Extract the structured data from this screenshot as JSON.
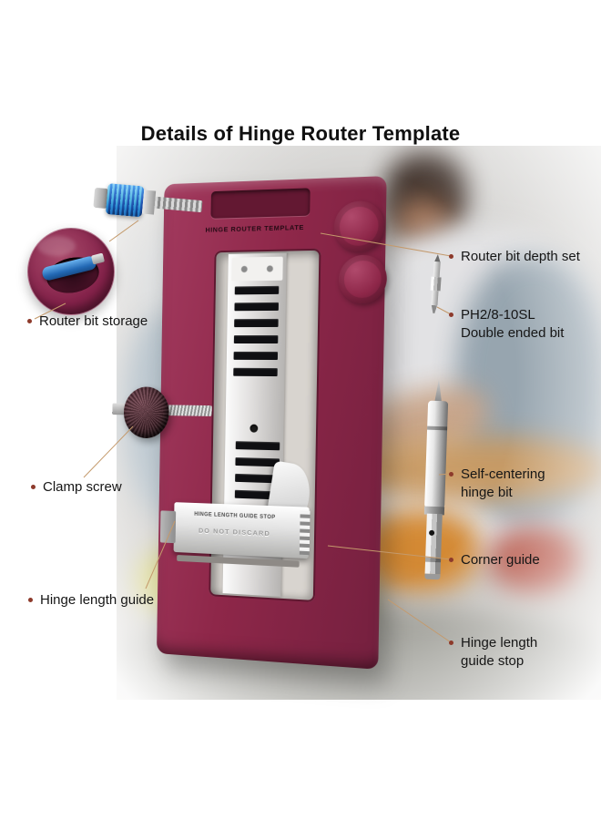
{
  "title": "Details of Hinge Router Template",
  "tool": {
    "engraving": "HINGE ROUTER TEMPLATE",
    "guide_stop_text": "HINGE LENGTH GUIDE STOP",
    "discard_text": "DO NOT DISCARD"
  },
  "callouts": {
    "router_bit_depth_set": "Router bit depth set",
    "double_ended_bit": "PH2/8-10SL\nDouble ended bit",
    "router_bit_storage": "Router bit storage",
    "clamp_screw": "Clamp screw",
    "self_centering_hinge_bit": "Self-centering\nhinge bit",
    "corner_guide": "Corner guide",
    "hinge_length_guide": "Hinge length guide",
    "hinge_length_guide_stop": "Hinge length\nguide stop"
  },
  "colors": {
    "tool_body": "#8e2749",
    "knob_blue": "#1e62b2",
    "leader_line": "#c49a6c",
    "bullet": "#8d3a2b",
    "title_text": "#101010"
  }
}
